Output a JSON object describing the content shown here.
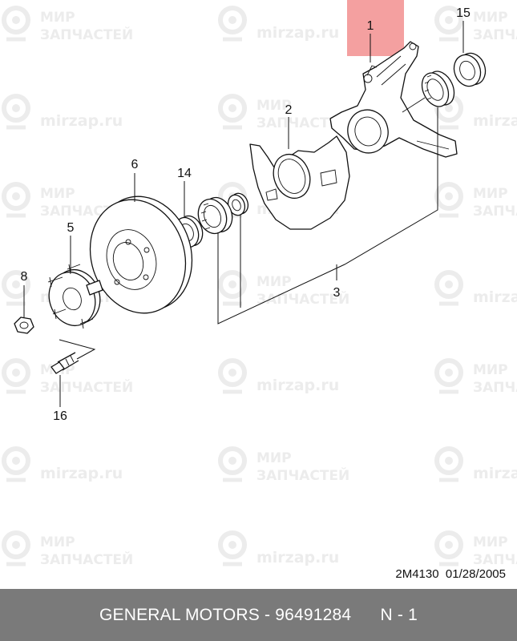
{
  "watermark": {
    "line1": "МИР",
    "line2": "ЗАПЧАСТЕЙ",
    "site": "mirzap.ru",
    "color": "#ececec"
  },
  "callouts": {
    "c1": "1",
    "c2": "2",
    "c3": "3",
    "c5": "5",
    "c6": "6",
    "c8": "8",
    "c14": "14",
    "c15": "15",
    "c16": "16"
  },
  "highlight_color": "#f08080",
  "stamp": {
    "code": "2M4130",
    "date": "01/28/2005"
  },
  "footer": {
    "brand": "GENERAL MOTORS",
    "separator": " - ",
    "part_number": "96491284",
    "position": "N - 1",
    "background": "#7a7a7a"
  }
}
